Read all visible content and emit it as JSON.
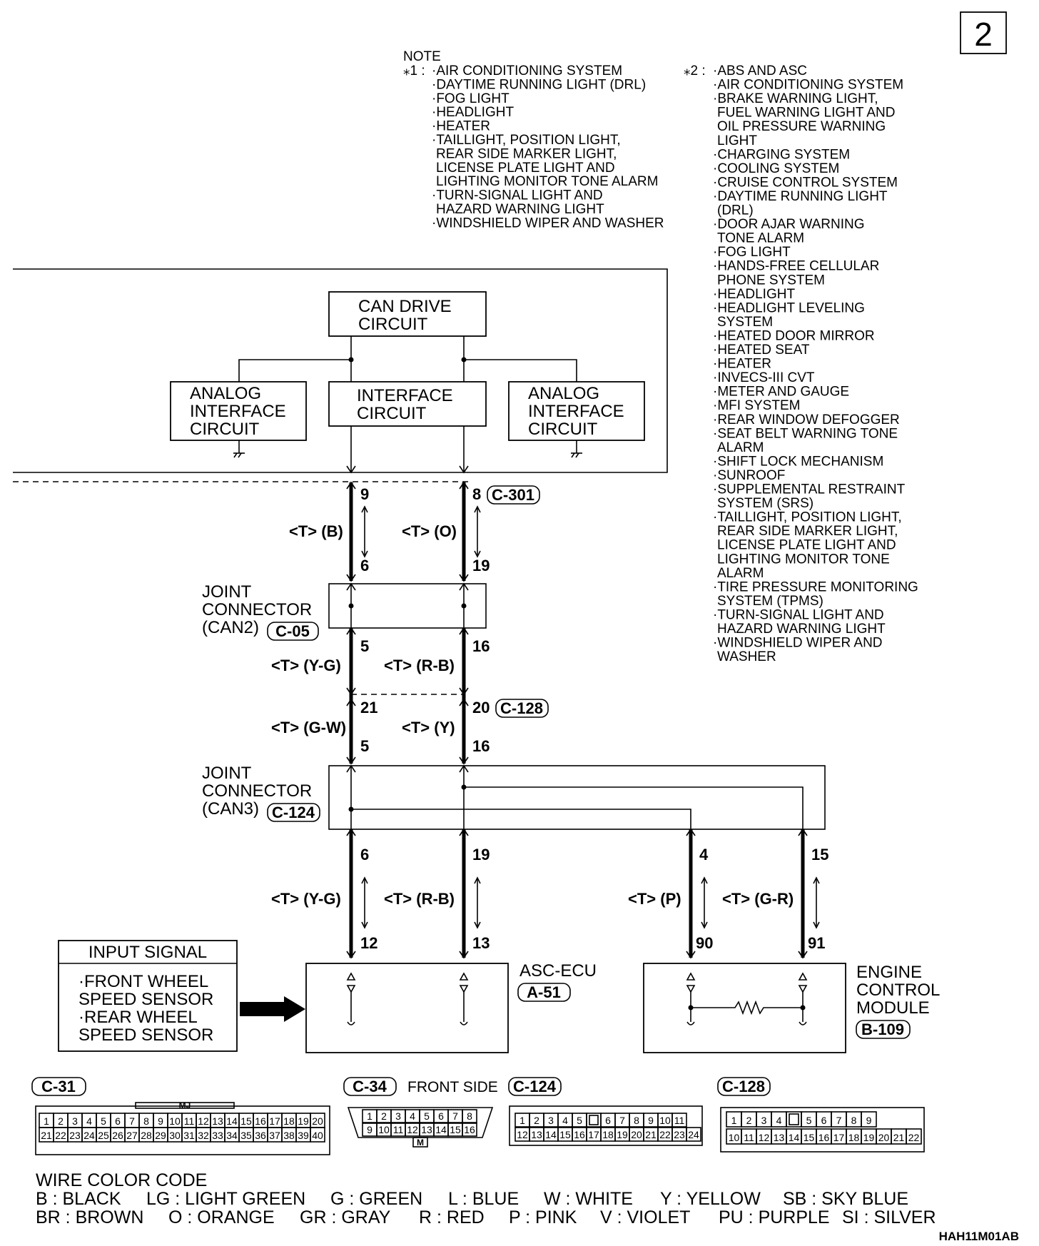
{
  "page_number": "2",
  "notes": {
    "header": "NOTE",
    "star1_mark": "⁎1 :",
    "star1": [
      "·AIR CONDITIONING SYSTEM",
      "·DAYTIME RUNNING LIGHT (DRL)",
      "·FOG LIGHT",
      "·HEADLIGHT",
      "·HEATER",
      "·TAILLIGHT, POSITION LIGHT,",
      " REAR SIDE MARKER LIGHT,",
      " LICENSE PLATE LIGHT AND",
      " LIGHTING MONITOR TONE ALARM",
      "·TURN-SIGNAL LIGHT AND",
      " HAZARD WARNING LIGHT",
      "·WINDSHIELD WIPER AND WASHER"
    ],
    "star2_mark": "⁎2 :",
    "star2": [
      "·ABS AND ASC",
      "·AIR CONDITIONING SYSTEM",
      "·BRAKE WARNING LIGHT,",
      " FUEL WARNING LIGHT AND",
      " OIL PRESSURE WARNING",
      " LIGHT",
      "·CHARGING SYSTEM",
      "·COOLING SYSTEM",
      "·CRUISE CONTROL SYSTEM",
      "·DAYTIME RUNNING LIGHT",
      " (DRL)",
      "·DOOR AJAR WARNING",
      " TONE ALARM",
      "·FOG LIGHT",
      "·HANDS-FREE CELLULAR",
      " PHONE SYSTEM",
      "·HEADLIGHT",
      "·HEADLIGHT LEVELING",
      " SYSTEM",
      "·HEATED DOOR MIRROR",
      "·HEATED SEAT",
      "·HEATER",
      "·INVECS-III CVT",
      "·METER AND GAUGE",
      "·MFI SYSTEM",
      "·REAR WINDOW DEFOGGER",
      "·SEAT BELT WARNING TONE",
      " ALARM",
      "·SHIFT LOCK MECHANISM",
      "·SUNROOF",
      "·SUPPLEMENTAL RESTRAINT",
      " SYSTEM (SRS)",
      "·TAILLIGHT, POSITION LIGHT,",
      " REAR SIDE MARKER LIGHT,",
      " LICENSE PLATE LIGHT AND",
      " LIGHTING MONITOR TONE",
      " ALARM",
      "·TIRE PRESSURE MONITORING",
      " SYSTEM (TPMS)",
      "·TURN-SIGNAL LIGHT AND",
      " HAZARD WARNING LIGHT",
      "·WINDSHIELD WIPER AND",
      " WASHER"
    ]
  },
  "blocks": {
    "can_drive": [
      "CAN DRIVE",
      "CIRCUIT"
    ],
    "analog_left": [
      "ANALOG",
      "INTERFACE",
      "CIRCUIT"
    ],
    "interface": [
      "INTERFACE",
      "CIRCUIT"
    ],
    "analog_right": [
      "ANALOG",
      "INTERFACE",
      "CIRCUIT"
    ],
    "joint_can2": [
      "JOINT",
      "CONNECTOR",
      "(CAN2)"
    ],
    "joint_can2_id": "C-05",
    "joint_can3": [
      "JOINT",
      "CONNECTOR",
      "(CAN3)"
    ],
    "joint_can3_id": "C-124",
    "input_signal_title": "INPUT SIGNAL",
    "input_signal": [
      "·FRONT WHEEL",
      " SPEED SENSOR",
      "·REAR WHEEL",
      " SPEED SENSOR"
    ],
    "asc_ecu": "ASC-ECU",
    "asc_ecu_id": "A-51",
    "ecm": [
      "ENGINE",
      "CONTROL",
      "MODULE"
    ],
    "ecm_id": "B-109"
  },
  "wiring": {
    "c301_id": "C-301",
    "c128_id": "C-128",
    "pins": {
      "p9": "9",
      "p8": "8",
      "p6a": "6",
      "p19a": "19",
      "p5a": "5",
      "p16a": "16",
      "p21": "21",
      "p20": "20",
      "p5b": "5",
      "p16b": "16",
      "p6b": "6",
      "p19b": "19",
      "p4": "4",
      "p15": "15",
      "p12": "12",
      "p13": "13",
      "p90": "90",
      "p91": "91"
    },
    "wires": {
      "w1": "<T> (B)",
      "w2": "<T> (O)",
      "w3": "<T> (Y-G)",
      "w4": "<T> (R-B)",
      "w5": "<T> (G-W)",
      "w6": "<T> (Y)",
      "w7": "<T> (Y-G)",
      "w8": "<T> (R-B)",
      "w9": "<T> (P)",
      "w10": "<T> (G-R)"
    }
  },
  "connectors": {
    "c31_id": "C-31",
    "c31_mark": "MJ",
    "c31_row1": [
      "1",
      "2",
      "3",
      "4",
      "5",
      "6",
      "7",
      "8",
      "9",
      "10",
      "11",
      "12",
      "13",
      "14",
      "15",
      "16",
      "17",
      "18",
      "19",
      "20"
    ],
    "c31_row2": [
      "21",
      "22",
      "23",
      "24",
      "25",
      "26",
      "27",
      "28",
      "29",
      "30",
      "31",
      "32",
      "33",
      "34",
      "35",
      "36",
      "37",
      "38",
      "39",
      "40"
    ],
    "c34_id": "C-34",
    "c34_label": "FRONT SIDE",
    "c34_mark": "M",
    "c34_row1": [
      "1",
      "2",
      "3",
      "4",
      "5",
      "6",
      "7",
      "8"
    ],
    "c34_row2": [
      "9",
      "10",
      "11",
      "12",
      "13",
      "14",
      "15",
      "16"
    ],
    "c124_id": "C-124",
    "c124_row1": [
      "1",
      "2",
      "3",
      "4",
      "5",
      "",
      "6",
      "7",
      "8",
      "9",
      "10",
      "11"
    ],
    "c124_row2": [
      "12",
      "13",
      "14",
      "15",
      "16",
      "17",
      "18",
      "19",
      "20",
      "21",
      "22",
      "23",
      "24"
    ],
    "c128_id": "C-128",
    "c128_row1": [
      "1",
      "2",
      "3",
      "4",
      "",
      "5",
      "6",
      "7",
      "8",
      "9"
    ],
    "c128_row2": [
      "10",
      "11",
      "12",
      "13",
      "14",
      "15",
      "16",
      "17",
      "18",
      "19",
      "20",
      "21",
      "22"
    ]
  },
  "wire_color_code": {
    "title": "WIRE COLOR CODE",
    "row1": [
      "B : BLACK",
      "LG : LIGHT GREEN",
      "G : GREEN",
      "L : BLUE",
      "W : WHITE",
      "Y : YELLOW",
      "SB : SKY BLUE"
    ],
    "row2": [
      "BR : BROWN",
      "O : ORANGE",
      "GR : GRAY",
      "R : RED",
      "P : PINK",
      "V : VIOLET",
      "PU : PURPLE",
      "SI : SILVER"
    ]
  },
  "figure_code": "HAH11M01AB"
}
